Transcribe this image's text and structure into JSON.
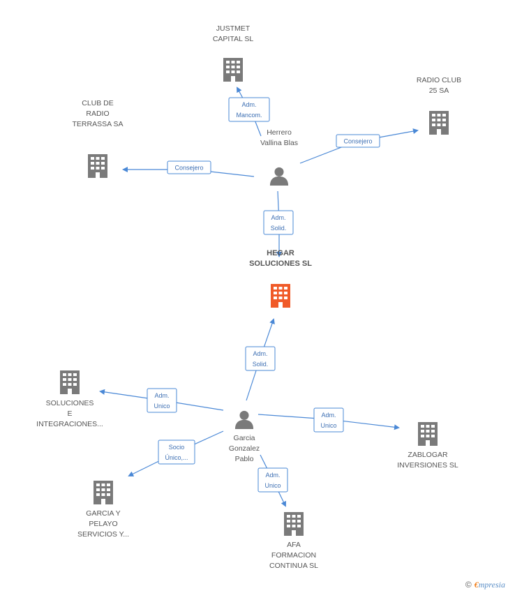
{
  "colors": {
    "edge": "#4a88d6",
    "company": "#7a7a7a",
    "focus_company": "#f05a28",
    "person": "#7a7a7a"
  },
  "nodes": [
    {
      "id": "justmet",
      "type": "company",
      "label": [
        "JUSTMET",
        "CAPITAL SL"
      ]
    },
    {
      "id": "radioclub25",
      "type": "company",
      "label": [
        "RADIO CLUB",
        "25 SA"
      ]
    },
    {
      "id": "clubradio",
      "type": "company",
      "label": [
        "CLUB DE",
        "RADIO",
        "TERRASSA SA"
      ]
    },
    {
      "id": "herrero",
      "type": "person",
      "label": [
        "Herrero",
        "Vallina Blas"
      ]
    },
    {
      "id": "hegar",
      "type": "focus",
      "label": [
        "HEGAR",
        "SOLUCIONES SL"
      ]
    },
    {
      "id": "soluciones",
      "type": "company",
      "label": [
        "SOLUCIONES",
        "E",
        "INTEGRACIONES..."
      ]
    },
    {
      "id": "garcia",
      "type": "person",
      "label": [
        "Garcia",
        "Gonzalez",
        "Pablo"
      ]
    },
    {
      "id": "zablogar",
      "type": "company",
      "label": [
        "ZABLOGAR",
        "INVERSIONES SL"
      ]
    },
    {
      "id": "garciapelayo",
      "type": "company",
      "label": [
        "GARCIA Y",
        "PELAYO",
        "SERVICIOS Y..."
      ]
    },
    {
      "id": "afa",
      "type": "company",
      "label": [
        "AFA",
        "FORMACION",
        "CONTINUA SL"
      ]
    }
  ],
  "edges": [
    {
      "from": "herrero",
      "to": "justmet",
      "label": [
        "Adm.",
        "Mancom."
      ]
    },
    {
      "from": "herrero",
      "to": "radioclub25",
      "label": [
        "Consejero"
      ]
    },
    {
      "from": "herrero",
      "to": "clubradio",
      "label": [
        "Consejero"
      ]
    },
    {
      "from": "herrero",
      "to": "hegar",
      "label": [
        "Adm.",
        "Solid."
      ]
    },
    {
      "from": "garcia",
      "to": "hegar",
      "label": [
        "Adm.",
        "Solid."
      ]
    },
    {
      "from": "garcia",
      "to": "soluciones",
      "label": [
        "Adm.",
        "Unico"
      ]
    },
    {
      "from": "garcia",
      "to": "zablogar",
      "label": [
        "Adm.",
        "Unico"
      ]
    },
    {
      "from": "garcia",
      "to": "garciapelayo",
      "label": [
        "Socio",
        "Único,..."
      ]
    },
    {
      "from": "garcia",
      "to": "afa",
      "label": [
        "Adm.",
        "Unico"
      ]
    }
  ],
  "brand": {
    "copyright": "©",
    "first_letter": "€",
    "rest": "mpresia"
  }
}
